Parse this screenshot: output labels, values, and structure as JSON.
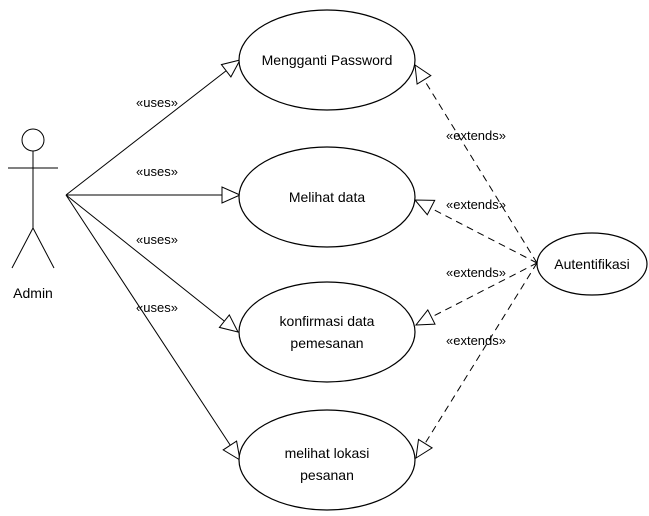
{
  "actor": {
    "label": "Admin"
  },
  "use_cases": [
    {
      "lines": [
        "Mengganti Password"
      ]
    },
    {
      "lines": [
        "Melihat data"
      ]
    },
    {
      "lines": [
        "konfirmasi data",
        "pemesanan"
      ]
    },
    {
      "lines": [
        "melihat lokasi",
        "pesanan"
      ]
    }
  ],
  "auth": {
    "label": "Autentifikasi"
  },
  "uses_labels": [
    "«uses»",
    "«uses»",
    "«uses»",
    "«uses»"
  ],
  "extends_labels": [
    "«extends»",
    "«extends»",
    "«extends»",
    "«extends»"
  ]
}
